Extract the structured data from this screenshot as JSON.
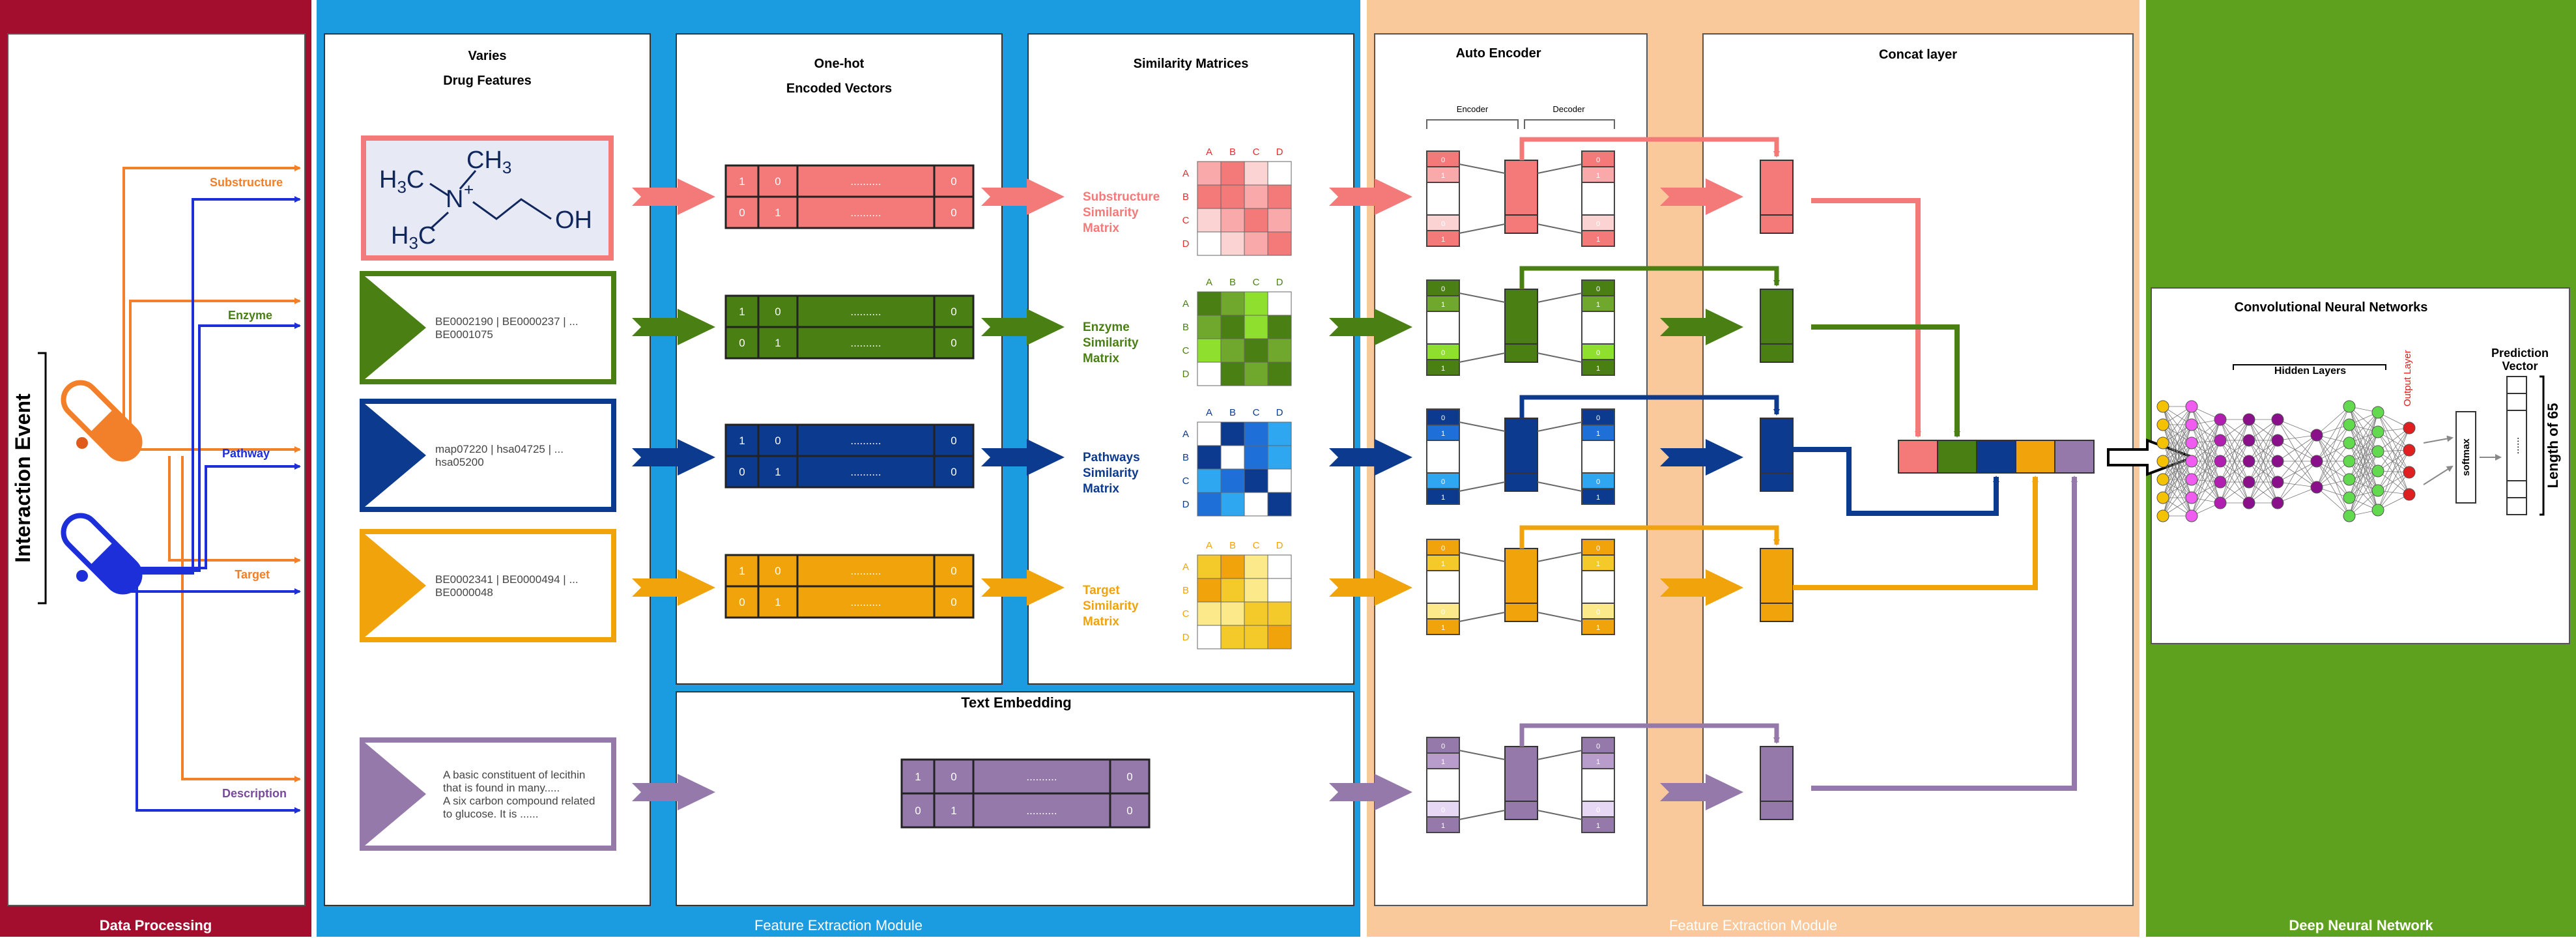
{
  "sections": {
    "data_processing": "Data Processing",
    "feature_extraction": "Feature Extraction Module",
    "feature_extraction_2": "Feature Extraction Module",
    "deep_nn": "Deep Neural Network"
  },
  "headers": {
    "varies_1": "Varies",
    "varies_2": "Drug Features",
    "onehot_1": "One-hot",
    "onehot_2": "Encoded Vectors",
    "similarity": "Similarity Matrices",
    "text_embedding": "Text Embedding",
    "autoencoder": "Auto Encoder",
    "concat": "Concat layer",
    "cnn": "Convolutional Neural Networks",
    "hidden_layers": "Hidden Layers",
    "output_layer": "Output Layer",
    "prediction_1": "Prediction",
    "prediction_2": "Vector",
    "softmax": "softmax",
    "length": "Length of 65",
    "encoder": "Encoder",
    "decoder": "Decoder"
  },
  "interaction_event": "Interaction Event",
  "features": [
    {
      "label": "Substructure",
      "color": "#f47a7a",
      "sim": [
        "Substructure",
        "Similarity",
        "Matrix"
      ]
    },
    {
      "label": "Enzyme",
      "color": "#4a7f14",
      "ids": [
        "BE0002190 | BE0000237 | ...",
        "BE0001075"
      ],
      "sim": [
        "Enzyme",
        "Similarity",
        "Matrix"
      ]
    },
    {
      "label": "Pathway",
      "color": "#0b3a8e",
      "ids": [
        "map07220 | hsa04725 | ...",
        "hsa05200"
      ],
      "sim": [
        "Pathways",
        "Similarity",
        "Matrix"
      ]
    },
    {
      "label": "Target",
      "color": "#f0a30a",
      "ids": [
        "BE0002341 | BE0000494 | ...",
        "BE0000048"
      ],
      "sim": [
        "Target",
        "Similarity",
        "Matrix"
      ]
    },
    {
      "label": "Description",
      "color": "#9479aa",
      "ids": [
        "A basic constituent of lecithin",
        "that is found in many.....",
        "A six carbon compound related",
        "to glucose. It is ......"
      ]
    }
  ],
  "chem": {
    "ch3_top": "CH",
    "h3c_1": "H",
    "h3c_2": "C",
    "n": "N",
    "plus": "+",
    "oh": "OH",
    "sub3": "3"
  },
  "onehot": {
    "one": "1",
    "zero": "0",
    "dots": ".........."
  },
  "matrix": {
    "cols": [
      "A",
      "B",
      "C",
      "D"
    ],
    "rows": [
      "A",
      "B",
      "C",
      "D"
    ]
  },
  "ae_values": {
    "zero": "0",
    "one": "1"
  },
  "pred_dots": "......"
}
